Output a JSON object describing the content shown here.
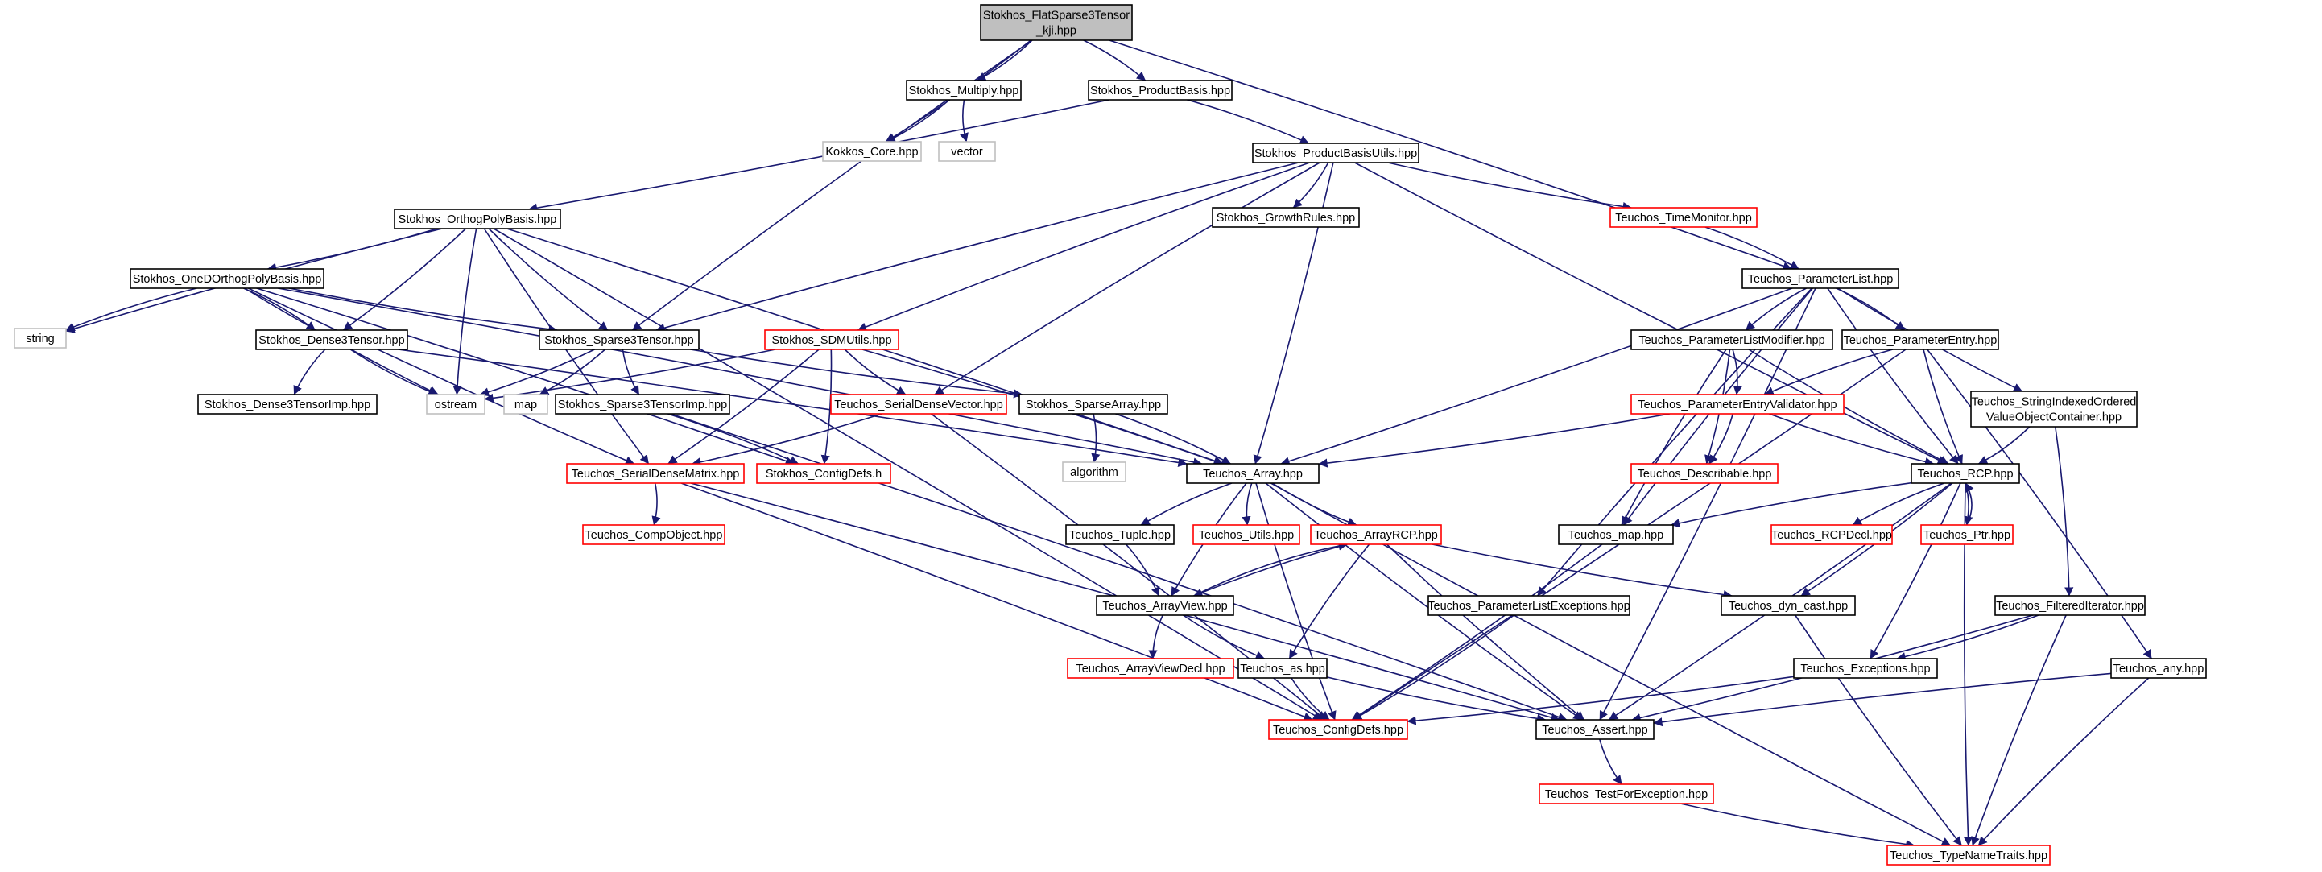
{
  "colors": {
    "edge": "#191970",
    "border_default": "#000000",
    "border_external": "#bfbfbf",
    "border_incomplete": "#ff0000",
    "root_fill": "#bfbfbf",
    "fill": "#ffffff"
  },
  "nodes": [
    {
      "id": "root",
      "lines": [
        "Stokhos_FlatSparse3Tensor",
        "_kji.hpp"
      ],
      "style": "root"
    },
    {
      "id": "multiply",
      "lines": [
        "Stokhos_Multiply.hpp"
      ],
      "style": "normal"
    },
    {
      "id": "productbasis",
      "lines": [
        "Stokhos_ProductBasis.hpp"
      ],
      "style": "normal"
    },
    {
      "id": "kokkos",
      "lines": [
        "Kokkos_Core.hpp"
      ],
      "style": "external"
    },
    {
      "id": "vector",
      "lines": [
        "vector"
      ],
      "style": "external"
    },
    {
      "id": "pbutils",
      "lines": [
        "Stokhos_ProductBasisUtils.hpp"
      ],
      "style": "normal"
    },
    {
      "id": "orthog",
      "lines": [
        "Stokhos_OrthogPolyBasis.hpp"
      ],
      "style": "normal"
    },
    {
      "id": "growth",
      "lines": [
        "Stokhos_GrowthRules.hpp"
      ],
      "style": "normal"
    },
    {
      "id": "timemonitor",
      "lines": [
        "Teuchos_TimeMonitor.hpp"
      ],
      "style": "incomplete"
    },
    {
      "id": "paramlist",
      "lines": [
        "Teuchos_ParameterList.hpp"
      ],
      "style": "normal"
    },
    {
      "id": "oned",
      "lines": [
        "Stokhos_OneDOrthogPolyBasis.hpp"
      ],
      "style": "normal"
    },
    {
      "id": "string",
      "lines": [
        "string"
      ],
      "style": "external"
    },
    {
      "id": "dense3",
      "lines": [
        "Stokhos_Dense3Tensor.hpp"
      ],
      "style": "normal"
    },
    {
      "id": "sparse3",
      "lines": [
        "Stokhos_Sparse3Tensor.hpp"
      ],
      "style": "normal"
    },
    {
      "id": "sdmutils",
      "lines": [
        "Stokhos_SDMUtils.hpp"
      ],
      "style": "incomplete"
    },
    {
      "id": "plmodifier",
      "lines": [
        "Teuchos_ParameterListModifier.hpp"
      ],
      "style": "normal"
    },
    {
      "id": "paramentry",
      "lines": [
        "Teuchos_ParameterEntry.hpp"
      ],
      "style": "normal"
    },
    {
      "id": "ostream",
      "lines": [
        "ostream"
      ],
      "style": "external"
    },
    {
      "id": "map",
      "lines": [
        "map"
      ],
      "style": "external"
    },
    {
      "id": "dense3imp",
      "lines": [
        "Stokhos_Dense3TensorImp.hpp"
      ],
      "style": "normal"
    },
    {
      "id": "sparse3imp",
      "lines": [
        "Stokhos_Sparse3TensorImp.hpp"
      ],
      "style": "normal"
    },
    {
      "id": "sdvector",
      "lines": [
        "Teuchos_SerialDenseVector.hpp"
      ],
      "style": "incomplete"
    },
    {
      "id": "sparsearray",
      "lines": [
        "Stokhos_SparseArray.hpp"
      ],
      "style": "normal"
    },
    {
      "id": "pevalidator",
      "lines": [
        "Teuchos_ParameterEntryValidator.hpp"
      ],
      "style": "incomplete"
    },
    {
      "id": "sivocontainer",
      "lines": [
        "Teuchos_StringIndexedOrdered",
        "ValueObjectContainer.hpp"
      ],
      "style": "normal"
    },
    {
      "id": "algorithm",
      "lines": [
        "algorithm"
      ],
      "style": "external"
    },
    {
      "id": "sdmatrix",
      "lines": [
        "Teuchos_SerialDenseMatrix.hpp"
      ],
      "style": "incomplete"
    },
    {
      "id": "configdefs_h",
      "lines": [
        "Stokhos_ConfigDefs.h"
      ],
      "style": "incomplete"
    },
    {
      "id": "array",
      "lines": [
        "Teuchos_Array.hpp"
      ],
      "style": "normal"
    },
    {
      "id": "describable",
      "lines": [
        "Teuchos_Describable.hpp"
      ],
      "style": "incomplete"
    },
    {
      "id": "rcp",
      "lines": [
        "Teuchos_RCP.hpp"
      ],
      "style": "normal"
    },
    {
      "id": "compobject",
      "lines": [
        "Teuchos_CompObject.hpp"
      ],
      "style": "incomplete"
    },
    {
      "id": "tuple",
      "lines": [
        "Teuchos_Tuple.hpp"
      ],
      "style": "normal"
    },
    {
      "id": "utils",
      "lines": [
        "Teuchos_Utils.hpp"
      ],
      "style": "incomplete"
    },
    {
      "id": "arrayrcp",
      "lines": [
        "Teuchos_ArrayRCP.hpp"
      ],
      "style": "incomplete"
    },
    {
      "id": "tmap",
      "lines": [
        "Teuchos_map.hpp"
      ],
      "style": "normal"
    },
    {
      "id": "rcpdecl",
      "lines": [
        "Teuchos_RCPDecl.hpp"
      ],
      "style": "incomplete"
    },
    {
      "id": "ptr",
      "lines": [
        "Teuchos_Ptr.hpp"
      ],
      "style": "incomplete"
    },
    {
      "id": "arrayview",
      "lines": [
        "Teuchos_ArrayView.hpp"
      ],
      "style": "normal"
    },
    {
      "id": "plexceptions",
      "lines": [
        "Teuchos_ParameterListExceptions.hpp"
      ],
      "style": "normal"
    },
    {
      "id": "dyncast",
      "lines": [
        "Teuchos_dyn_cast.hpp"
      ],
      "style": "normal"
    },
    {
      "id": "filtered",
      "lines": [
        "Teuchos_FilteredIterator.hpp"
      ],
      "style": "normal"
    },
    {
      "id": "arrayviewdecl",
      "lines": [
        "Teuchos_ArrayViewDecl.hpp"
      ],
      "style": "incomplete"
    },
    {
      "id": "as",
      "lines": [
        "Teuchos_as.hpp"
      ],
      "style": "normal"
    },
    {
      "id": "exceptions",
      "lines": [
        "Teuchos_Exceptions.hpp"
      ],
      "style": "normal"
    },
    {
      "id": "any",
      "lines": [
        "Teuchos_any.hpp"
      ],
      "style": "normal"
    },
    {
      "id": "configdefs_hpp",
      "lines": [
        "Teuchos_ConfigDefs.hpp"
      ],
      "style": "incomplete"
    },
    {
      "id": "assert",
      "lines": [
        "Teuchos_Assert.hpp"
      ],
      "style": "normal"
    },
    {
      "id": "testforexc",
      "lines": [
        "Teuchos_TestForException.hpp"
      ],
      "style": "incomplete"
    },
    {
      "id": "typenametraits",
      "lines": [
        "Teuchos_TypeNameTraits.hpp"
      ],
      "style": "incomplete"
    }
  ],
  "edges": [
    [
      "root",
      "multiply"
    ],
    [
      "root",
      "productbasis"
    ],
    [
      "root",
      "kokkos"
    ],
    [
      "root",
      "sparse3"
    ],
    [
      "root",
      "paramlist"
    ],
    [
      "multiply",
      "kokkos"
    ],
    [
      "multiply",
      "vector"
    ],
    [
      "productbasis",
      "orthog"
    ],
    [
      "productbasis",
      "pbutils"
    ],
    [
      "pbutils",
      "growth"
    ],
    [
      "pbutils",
      "timemonitor"
    ],
    [
      "pbutils",
      "sparse3"
    ],
    [
      "pbutils",
      "sdmutils"
    ],
    [
      "pbutils",
      "sdvector"
    ],
    [
      "pbutils",
      "array"
    ],
    [
      "pbutils",
      "rcp"
    ],
    [
      "timemonitor",
      "paramlist"
    ],
    [
      "orthog",
      "oned"
    ],
    [
      "orthog",
      "string"
    ],
    [
      "orthog",
      "dense3"
    ],
    [
      "orthog",
      "sparse3"
    ],
    [
      "orthog",
      "ostream"
    ],
    [
      "orthog",
      "sdmatrix"
    ],
    [
      "orthog",
      "array"
    ],
    [
      "orthog",
      "configdefs_hpp"
    ],
    [
      "oned",
      "string"
    ],
    [
      "oned",
      "dense3"
    ],
    [
      "oned",
      "sparse3"
    ],
    [
      "oned",
      "ostream"
    ],
    [
      "oned",
      "sdmatrix"
    ],
    [
      "oned",
      "configdefs_h"
    ],
    [
      "oned",
      "array"
    ],
    [
      "dense3",
      "ostream"
    ],
    [
      "dense3",
      "dense3imp"
    ],
    [
      "dense3",
      "array"
    ],
    [
      "sparse3",
      "ostream"
    ],
    [
      "sparse3",
      "map"
    ],
    [
      "sparse3",
      "sparse3imp"
    ],
    [
      "sparse3",
      "sparsearray"
    ],
    [
      "sparse3imp",
      "configdefs_h"
    ],
    [
      "sparse3imp",
      "assert"
    ],
    [
      "sdmutils",
      "ostream"
    ],
    [
      "sdmutils",
      "sdvector"
    ],
    [
      "sdmutils",
      "sdmatrix"
    ],
    [
      "sdmutils",
      "configdefs_h"
    ],
    [
      "sdmutils",
      "array"
    ],
    [
      "sdvector",
      "sdmatrix"
    ],
    [
      "sdvector",
      "configdefs_hpp"
    ],
    [
      "sparsearray",
      "algorithm"
    ],
    [
      "sparsearray",
      "array"
    ],
    [
      "sdmatrix",
      "compobject"
    ],
    [
      "sdmatrix",
      "configdefs_hpp"
    ],
    [
      "sdmatrix",
      "assert"
    ],
    [
      "paramlist",
      "array"
    ],
    [
      "paramlist",
      "plmodifier"
    ],
    [
      "paramlist",
      "paramentry"
    ],
    [
      "paramlist",
      "sivocontainer"
    ],
    [
      "paramlist",
      "plexceptions"
    ],
    [
      "paramlist",
      "tmap"
    ],
    [
      "paramlist",
      "rcp"
    ],
    [
      "paramlist",
      "assert"
    ],
    [
      "plmodifier",
      "pevalidator"
    ],
    [
      "plmodifier",
      "describable"
    ],
    [
      "plmodifier",
      "rcp"
    ],
    [
      "plmodifier",
      "tmap"
    ],
    [
      "paramentry",
      "pevalidator"
    ],
    [
      "paramentry",
      "rcp"
    ],
    [
      "paramentry",
      "configdefs_hpp"
    ],
    [
      "paramentry",
      "any"
    ],
    [
      "pevalidator",
      "describable"
    ],
    [
      "pevalidator",
      "rcp"
    ],
    [
      "pevalidator",
      "array"
    ],
    [
      "sivocontainer",
      "rcp"
    ],
    [
      "sivocontainer",
      "filtered"
    ],
    [
      "array",
      "tuple"
    ],
    [
      "array",
      "utils"
    ],
    [
      "array",
      "arrayrcp"
    ],
    [
      "array",
      "arrayview"
    ],
    [
      "array",
      "assert"
    ],
    [
      "array",
      "configdefs_hpp"
    ],
    [
      "array",
      "typenametraits"
    ],
    [
      "tuple",
      "arrayview"
    ],
    [
      "arrayrcp",
      "arrayview"
    ],
    [
      "arrayrcp",
      "as"
    ],
    [
      "arrayrcp",
      "dyncast"
    ],
    [
      "arrayrcp",
      "assert"
    ],
    [
      "arrayview",
      "arrayrcp"
    ],
    [
      "arrayview",
      "arrayviewdecl"
    ],
    [
      "arrayview",
      "as"
    ],
    [
      "as",
      "configdefs_hpp"
    ],
    [
      "as",
      "assert"
    ],
    [
      "rcp",
      "rcpdecl"
    ],
    [
      "rcp",
      "ptr"
    ],
    [
      "rcp",
      "dyncast"
    ],
    [
      "rcp",
      "exceptions"
    ],
    [
      "rcp",
      "assert"
    ],
    [
      "rcp",
      "tmap"
    ],
    [
      "rcp",
      "typenametraits"
    ],
    [
      "ptr",
      "rcp"
    ],
    [
      "tmap",
      "configdefs_hpp"
    ],
    [
      "plexceptions",
      "configdefs_hpp"
    ],
    [
      "dyncast",
      "typenametraits"
    ],
    [
      "filtered",
      "exceptions"
    ],
    [
      "filtered",
      "assert"
    ],
    [
      "filtered",
      "typenametraits"
    ],
    [
      "exceptions",
      "configdefs_hpp"
    ],
    [
      "any",
      "assert"
    ],
    [
      "any",
      "typenametraits"
    ],
    [
      "assert",
      "testforexc"
    ],
    [
      "testforexc",
      "typenametraits"
    ]
  ]
}
